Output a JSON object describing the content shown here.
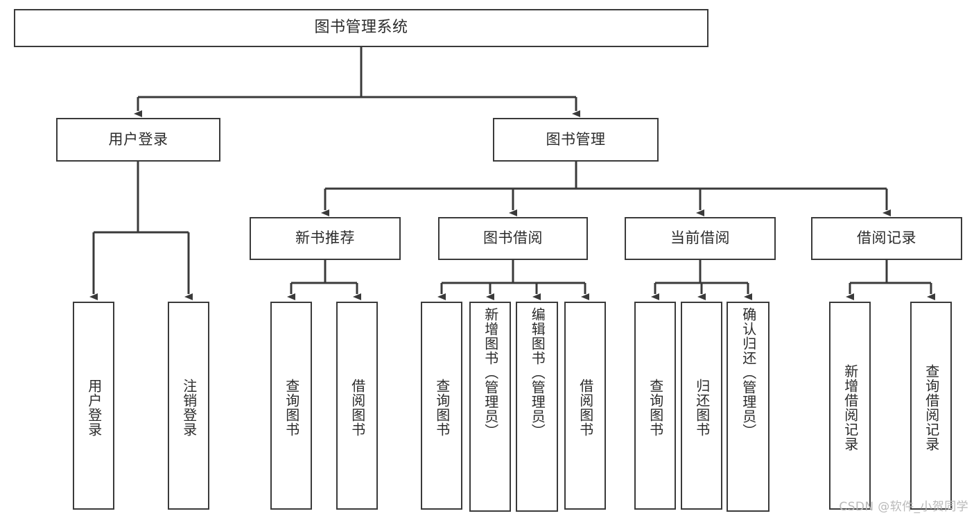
{
  "diagram": {
    "type": "hierarchy-tree",
    "title": "图书管理系统",
    "watermark": "CSDN @软件_小贺同学",
    "colors": {
      "box_border": "#3a3a3a",
      "box_fill": "#ffffff",
      "text": "#2b2b2b",
      "connector": "#3a3a3a",
      "watermark": "#b9b9b9",
      "background": "#ffffff"
    },
    "root": {
      "label": "图书管理系统",
      "level": 0
    },
    "level1": [
      {
        "label": "用户登录"
      },
      {
        "label": "图书管理"
      }
    ],
    "level2": [
      {
        "label": "新书推荐",
        "parent": "图书管理"
      },
      {
        "label": "图书借阅",
        "parent": "图书管理"
      },
      {
        "label": "当前借阅",
        "parent": "图书管理"
      },
      {
        "label": "借阅记录",
        "parent": "图书管理"
      }
    ],
    "leaves": {
      "用户登录": [
        {
          "label": "用户登录"
        },
        {
          "label": "注销登录"
        }
      ],
      "新书推荐": [
        {
          "label": "查询图书"
        },
        {
          "label": "借阅图书"
        }
      ],
      "图书借阅": [
        {
          "label": "查询图书"
        },
        {
          "label": "新增图书（管理员）"
        },
        {
          "label": "编辑图书（管理员）"
        },
        {
          "label": "借阅图书"
        }
      ],
      "当前借阅": [
        {
          "label": "查询图书"
        },
        {
          "label": "归还图书"
        },
        {
          "label": "确认归还（管理员）"
        }
      ],
      "借阅记录": [
        {
          "label": "新增借阅记录"
        },
        {
          "label": "查询借阅记录"
        }
      ]
    }
  }
}
